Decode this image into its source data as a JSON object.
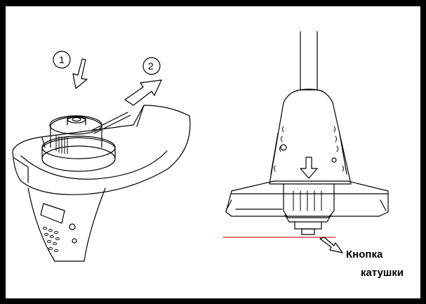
{
  "figure": {
    "steps": [
      "1",
      "2"
    ],
    "callout": {
      "line1": "Кнопка",
      "line2": "катушки"
    },
    "colors": {
      "stroke": "#000000",
      "guide_line": "#d62828",
      "frame": "#000000"
    }
  }
}
